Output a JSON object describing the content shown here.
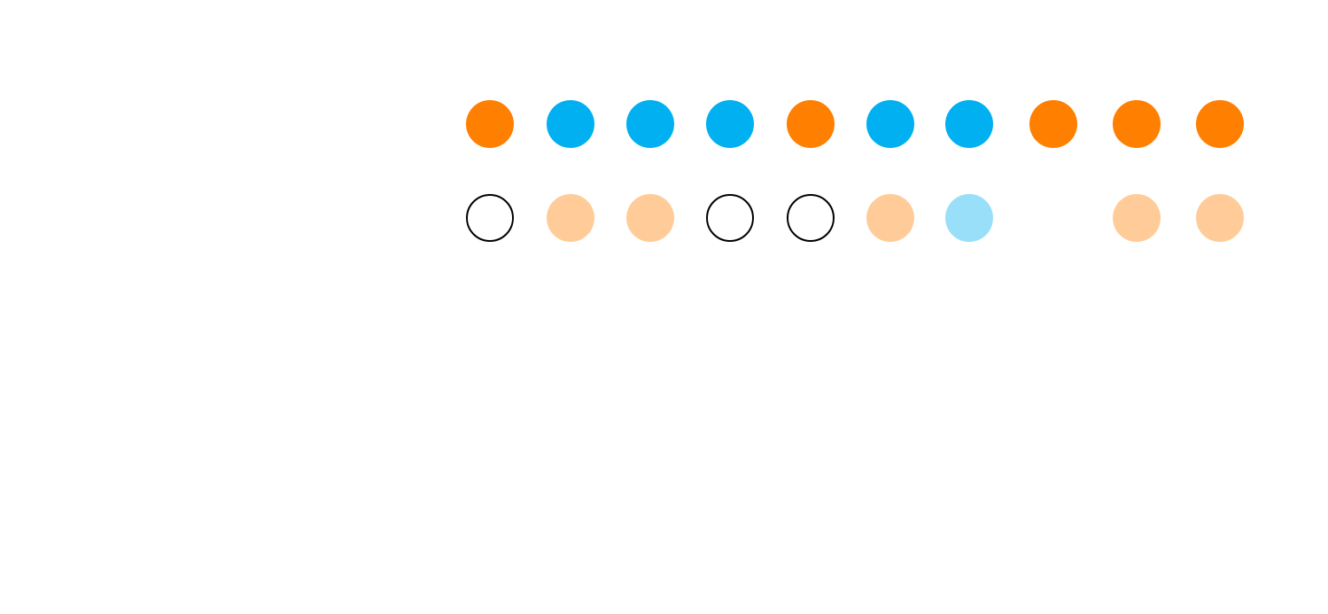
{
  "palette": {
    "orange": "#FF7F00",
    "blue": "#00B0F0",
    "light_orange": "#FFCC99",
    "light_blue": "#99DFF9",
    "outline": "#000000"
  },
  "rows": [
    {
      "name": "top-row",
      "dots": [
        {
          "fill": "orange"
        },
        {
          "fill": "blue"
        },
        {
          "fill": "blue"
        },
        {
          "fill": "blue"
        },
        {
          "fill": "orange"
        },
        {
          "fill": "blue"
        },
        {
          "fill": "blue"
        },
        {
          "fill": "orange"
        },
        {
          "fill": "orange"
        },
        {
          "fill": "orange"
        }
      ]
    },
    {
      "name": "bottom-row",
      "dots": [
        {
          "fill": "outline"
        },
        {
          "fill": "light_orange"
        },
        {
          "fill": "light_orange"
        },
        {
          "fill": "outline"
        },
        {
          "fill": "outline"
        },
        {
          "fill": "light_orange"
        },
        {
          "fill": "light_blue"
        },
        {
          "fill": "none"
        },
        {
          "fill": "light_orange"
        },
        {
          "fill": "light_orange"
        }
      ]
    }
  ]
}
